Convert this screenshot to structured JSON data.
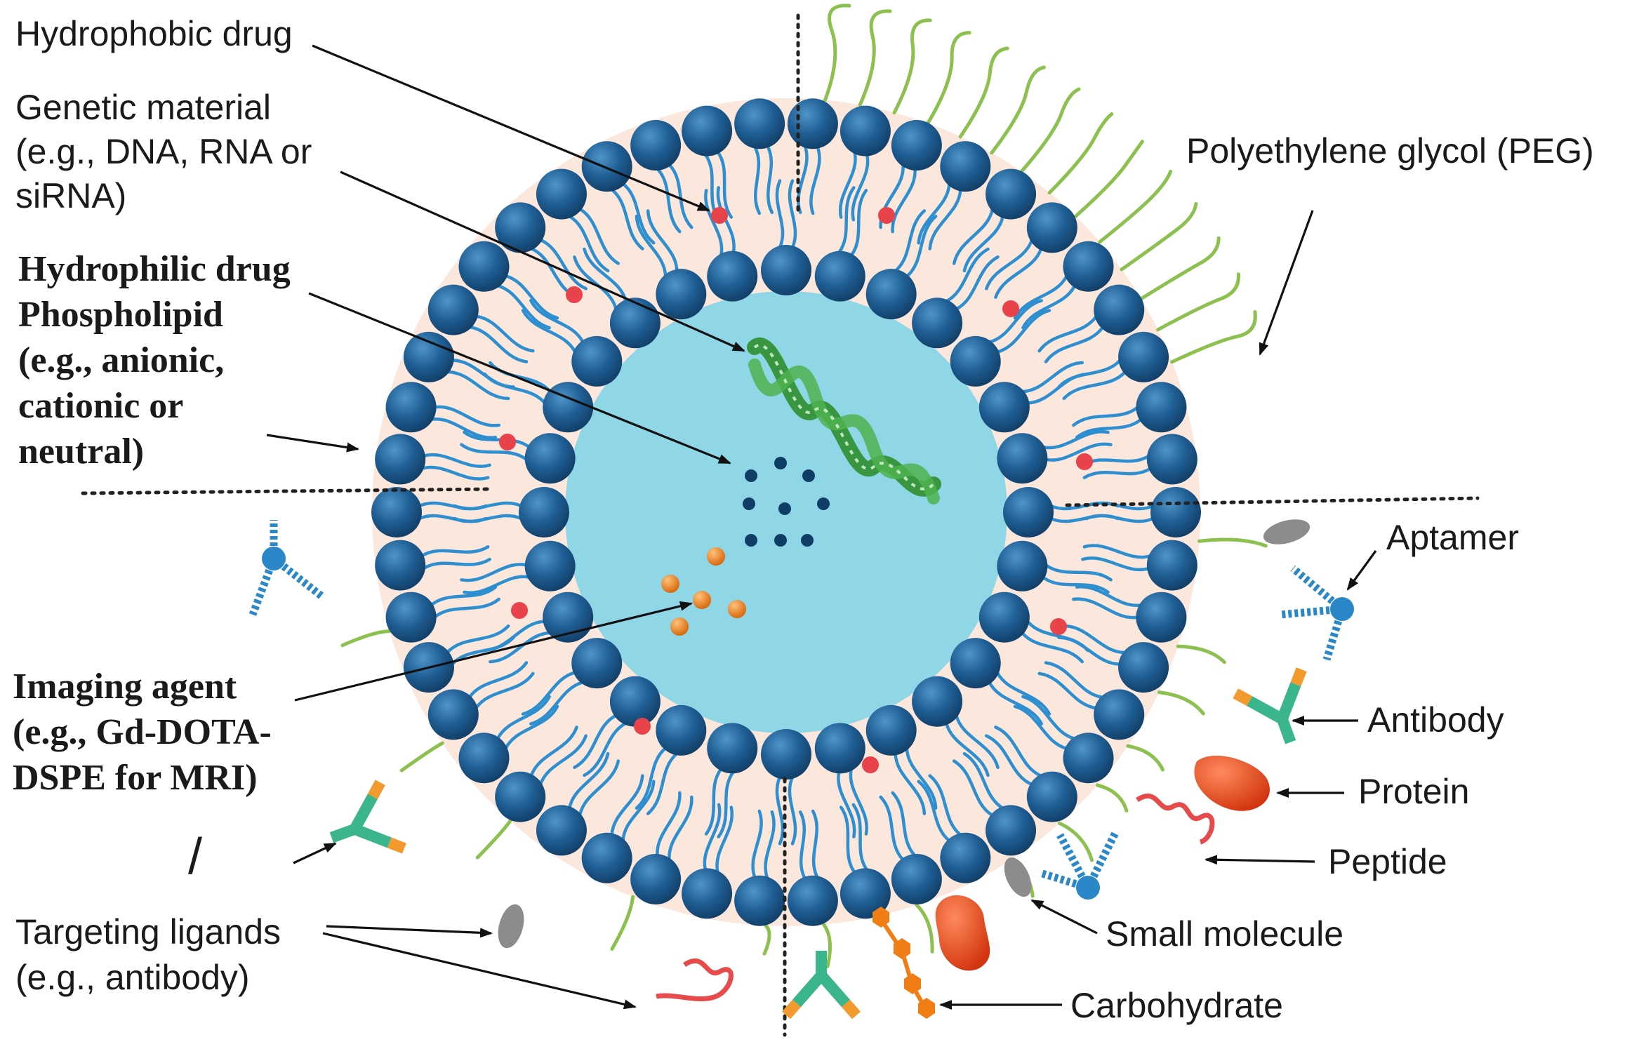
{
  "labels": {
    "hydrophobic_drug": "Hydrophobic drug",
    "genetic_material": [
      "Genetic material",
      "(e.g., DNA, RNA or",
      "siRNA)"
    ],
    "hydrophilic_drug": "Hydrophilic drug",
    "phospholipid": [
      "Phospholipid",
      "(e.g., anionic,",
      "cationic or",
      "neutral)"
    ],
    "imaging_agent": [
      "Imaging agent",
      "(e.g., Gd-DOTA-",
      "DSPE for MRI)"
    ],
    "slash": "/",
    "targeting_ligands": [
      "Targeting ligands",
      "(e.g., antibody)"
    ],
    "peg": "Polyethylene glycol (PEG)",
    "aptamer": "Aptamer",
    "antibody": "Antibody",
    "protein": "Protein",
    "peptide": "Peptide",
    "small_molecule": "Small molecule",
    "carbohydrate": "Carbohydrate"
  },
  "colors": {
    "head": "#1f5e94",
    "head_highlight": "#4f95c9",
    "tail": "#2e8fd0",
    "bilayer_fill": "#fbe7dc",
    "core": "#8fd6e6",
    "hydrophobic_dot": "#e8424a",
    "hydrophilic_dot": "#0e3d66",
    "imaging_dot": "#e07a1a",
    "peg": "#8cc04f",
    "dna_strand": "#3a9c3a",
    "antibody_green": "#3bb58b",
    "antibody_orange": "#f29a2e",
    "protein": "#e8431d",
    "peptide": "#e64a4a",
    "small_molecule": "#8c8c8c",
    "carbohydrate": "#f07e14",
    "aptamer": "#2a88c8"
  },
  "icons": [
    "phospholipid-head-icon",
    "dna-helix-icon",
    "antibody-icon",
    "protein-icon",
    "peptide-helix-icon",
    "small-molecule-icon",
    "carbohydrate-chain-icon",
    "aptamer-icon"
  ]
}
